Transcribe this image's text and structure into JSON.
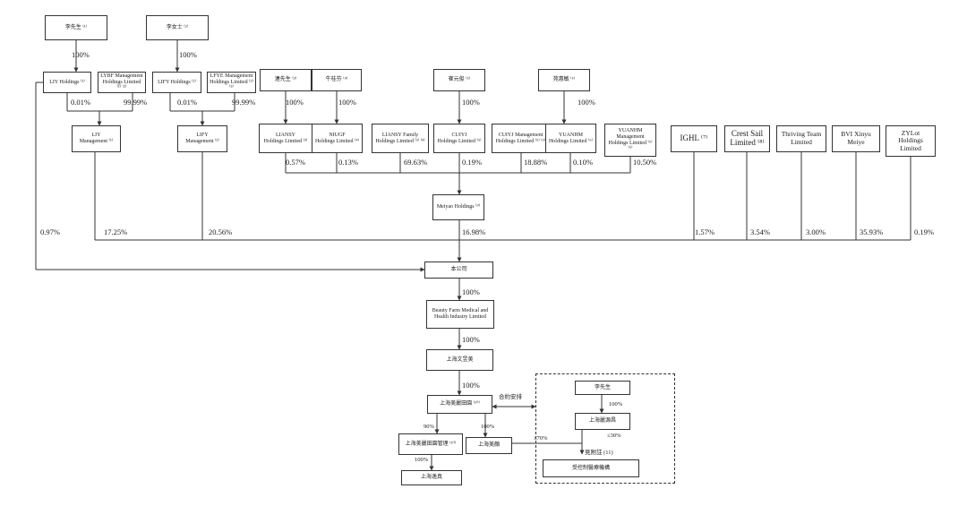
{
  "nodes": {
    "mr_li": "李先生 ⁽¹⁾",
    "ms_li": "李女士 ⁽²⁾",
    "liy_holdings": "LIY Holdings ⁽¹⁾",
    "lybf_mgmt": "LYBF Management\nHoldings Limited ⁽¹⁾ ⁽²⁾",
    "lify_holdings": "LIFY Holdings ⁽²⁾",
    "lfye_mgmt": "LFYE Management\nHoldings Limited ⁽²⁾ ⁽³⁾",
    "liy_management": "LIY\nManagement ⁽¹⁾",
    "lify_management": "LIFY\nManagement ⁽²⁾",
    "mr_lian": "連先生 ⁽³⁾",
    "niu_guifen": "牛桂芬 ⁽⁴⁾",
    "cui_yuanjun": "崔元俊 ⁽⁵⁾",
    "yuan_huimin": "苑惠敏 ⁽⁶⁾",
    "liansy": "LIANSY\nHoldings Limited ⁽³⁾",
    "niugf": "NIUGF\nHoldings Limited ⁽⁴⁾",
    "liansy_family": "LIANSY Family\nHoldings Limited ⁽³⁾ ⁽⁴⁾",
    "cuiyj": "CUIYJ\nHoldings Limited ⁽⁵⁾",
    "cuiyj_mgmt": "CUIYJ Management\nHoldings Limited ⁽⁵⁾ ⁽⁶⁾",
    "yuanhm": "YUANHM\nHoldings Limited ⁽⁶⁾",
    "yuanhm_mgmt": "YUANHM\nManagement\nHoldings Limited ⁽⁶⁾ ⁽⁶⁾",
    "ighl": "IGHL ⁽⁷⁾",
    "crest_sail": "Crest Sail\nLimited ⁽⁸⁾",
    "thriving_team": "Thriving Team\nLimited",
    "bvi_xinyu": "BVI Xinyu\nMeiye",
    "zylot": "ZYLot\nHoldings\nLimited",
    "meiyao": "Meiyao Holdings ⁽⁹⁾",
    "company": "本公司",
    "beauty_farm": "Beauty Farm Medical and\nHealth Industry Limited",
    "sh_wenmeimei": "上海文昱美",
    "sh_meiliyuan": "上海美麗田園 ⁽¹⁰⁾",
    "sh_meiliyuan_mgmt": "上海美麗田園管理 ⁽¹⁰⁾",
    "sh_meiyan": "上海美顏",
    "sh_yiyi": "上海逸真",
    "mr_li_2": "李先生",
    "sh_liyuan": "上海麗源昌",
    "see_note": "見附註 (11)",
    "controlled_inst": "受控制醫療機構"
  },
  "percents": {
    "p_mrli_liy": "100%",
    "p_msli_lify": "100%",
    "p_liy_mgmt": "0.01%",
    "p_lybf_mgmt": "99.99%",
    "p_lify_mgmt": "0.01%",
    "p_lfye_mgmt": "99.99%",
    "p_lian": "100%",
    "p_niu": "100%",
    "p_cui": "100%",
    "p_yuan": "100%",
    "p_liansy": "0.57%",
    "p_niugf": "0.13%",
    "p_liansy_family": "69.63%",
    "p_cuiyj": "0.19%",
    "p_cuiyj_mgmt": "18.88%",
    "p_yuanhm": "0.10%",
    "p_yuanhm_mgmt": "10.50%",
    "p_liy_company": "0.97%",
    "p_liymgmt_company": "17.25%",
    "p_lifymgmt_company": "20.56%",
    "p_meiyao_company": "16.98%",
    "p_ighl": "1.57%",
    "p_crest": "3.54%",
    "p_thriving": "3.00%",
    "p_bvi": "35.93%",
    "p_zylot": "0.19%",
    "p_company_bf": "100%",
    "p_bf_wen": "100%",
    "p_wen_mly": "100%",
    "p_mly_mgmt": "90%",
    "p_mly_meiyan": "100%",
    "p_mgmt_yiyi": "100%",
    "p_li2_liyuan": "100%",
    "p_meiyan_note": "≤70%",
    "p_liyuan_note": "≤30%"
  },
  "contract_label": "合約安排"
}
